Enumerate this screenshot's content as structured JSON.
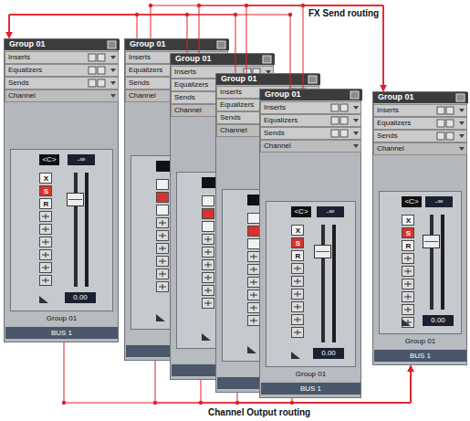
{
  "diagram": {
    "nodes": [
      {
        "text": [
          "Group 01",
          "Inserts",
          "Equalizers",
          "Sends",
          "Channel",
          "<C>",
          "-∞",
          "X",
          "S",
          "R",
          "0.00",
          "Group 01",
          "BUS 1"
        ]
      },
      {
        "text": [
          "Group 01",
          "Inserts",
          "Equalizers",
          "Sends",
          "Channel"
        ]
      },
      {
        "text": [
          "Group 01",
          "Inserts",
          "Equalizers",
          "Sends",
          "Channel"
        ]
      },
      {
        "text": [
          "Group 01",
          "Inserts",
          "Equalizers",
          "Sends",
          "Channel"
        ]
      },
      {
        "text": [
          "Group 01",
          "Inserts",
          "Equalizers",
          "Sends",
          "Channel",
          "<C>",
          "-∞",
          "X",
          "S",
          "R",
          "0.00",
          "Group 01",
          "BUS 1"
        ]
      },
      {
        "text": [
          "Group 01",
          "Inserts",
          "Equalizers",
          "Sends",
          "Channel",
          "<C>",
          "-∞",
          "X",
          "S",
          "R",
          "0.00",
          "Group 01",
          "BUS 1"
        ]
      }
    ],
    "edges": [
      {
        "from": 1,
        "to": 0,
        "arrow": "to"
      },
      {
        "from": 2,
        "to": 0,
        "arrow": "to"
      },
      {
        "from": 3,
        "to": 0,
        "arrow": "to"
      },
      {
        "from": 4,
        "to": 0,
        "arrow": "to"
      },
      {
        "from": 1,
        "to": 5,
        "arrow": "to"
      },
      {
        "from": 2,
        "to": 5,
        "arrow": "to"
      },
      {
        "from": 3,
        "to": 5,
        "arrow": "to"
      },
      {
        "from": 4,
        "to": 5,
        "arrow": "to"
      },
      {
        "from": 0,
        "to": 5,
        "arrow": "to"
      },
      {
        "from": 1,
        "to": 5,
        "arrow": "to"
      },
      {
        "from": 2,
        "to": 5,
        "arrow": "to"
      },
      {
        "from": 3,
        "to": 5,
        "arrow": "to"
      },
      {
        "from": 4,
        "to": 5,
        "arrow": "to"
      }
    ],
    "labels": [
      "FX Send routing",
      "Channel Output routing"
    ]
  }
}
